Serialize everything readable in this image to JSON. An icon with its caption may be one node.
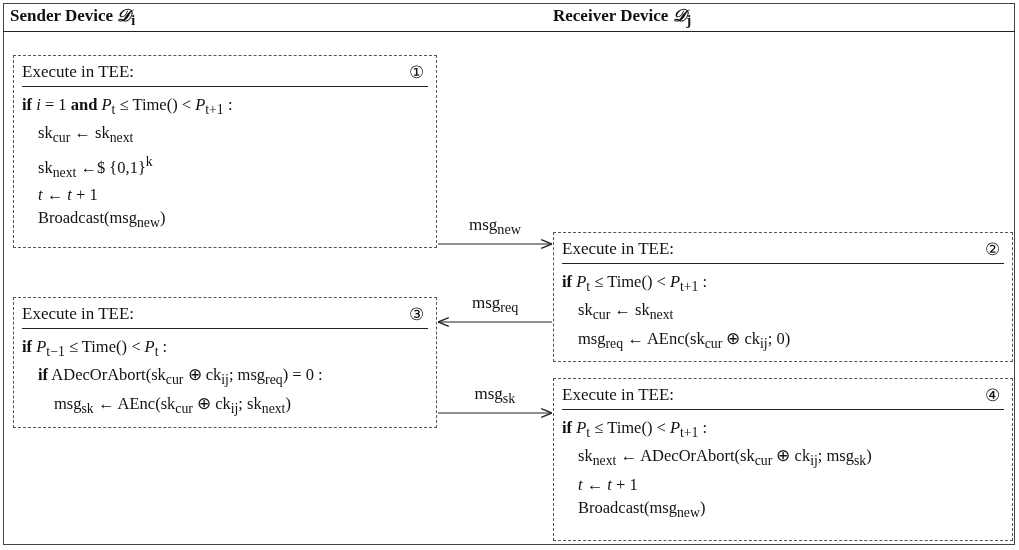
{
  "diagram": {
    "nodes": [
      {
        "text": [
          "Execute in TEE:",
          "①",
          "**if** *i* = 1 **and** *P*$_{t}$ ≤ Time() < *P*$_{t+1}$ :",
          "sk$_{cur}$ ← sk$_{next}$",
          "sk$_{next}$ ←$ {0,1}$^{k}$",
          "*t* ← *t* + 1",
          "Broadcast(msg$_{new}$)"
        ]
      },
      {
        "text": [
          "Execute in TEE:",
          "②",
          "**if** *P*$_{t}$ ≤ Time() < *P*$_{t+1}$ :",
          "sk$_{cur}$ ← sk$_{next}$",
          "msg$_{req}$ ← AEnc(sk$_{cur}$ ⊕ ck$_{ij}$; 0)"
        ]
      },
      {
        "text": [
          "Execute in TEE:",
          "③",
          "**if** *P*$_{t−1}$ ≤ Time() < *P*$_{t}$ :",
          "**if** ADecOrAbort(sk$_{cur}$ ⊕ ck$_{ij}$; msg$_{req}$) = 0 :",
          "msg$_{sk}$ ← AEnc(sk$_{cur}$ ⊕ ck$_{ij}$; sk$_{next}$)"
        ]
      },
      {
        "text": [
          "Execute in TEE:",
          "④",
          "**if** *P*$_{t}$ ≤ Time() < *P*$_{t+1}$ :",
          "sk$_{next}$ ← ADecOrAbort(sk$_{cur}$ ⊕ ck$_{ij}$; msg$_{sk}$)",
          "*t* ← *t* + 1",
          "Broadcast(msg$_{new}$)"
        ]
      }
    ],
    "edges": [
      {
        "from": 0,
        "to": 1,
        "arrow": "to",
        "label": "msg$_{new}$"
      },
      {
        "from": 1,
        "to": 2,
        "arrow": "to",
        "label": "msg$_{req}$"
      },
      {
        "from": 2,
        "to": 3,
        "arrow": "to",
        "label": "msg$_{sk}$"
      }
    ],
    "labels": [
      "Sender Device *𝒟*$_{i}$",
      "Receiver Device *𝒟*$_{j}$"
    ]
  }
}
